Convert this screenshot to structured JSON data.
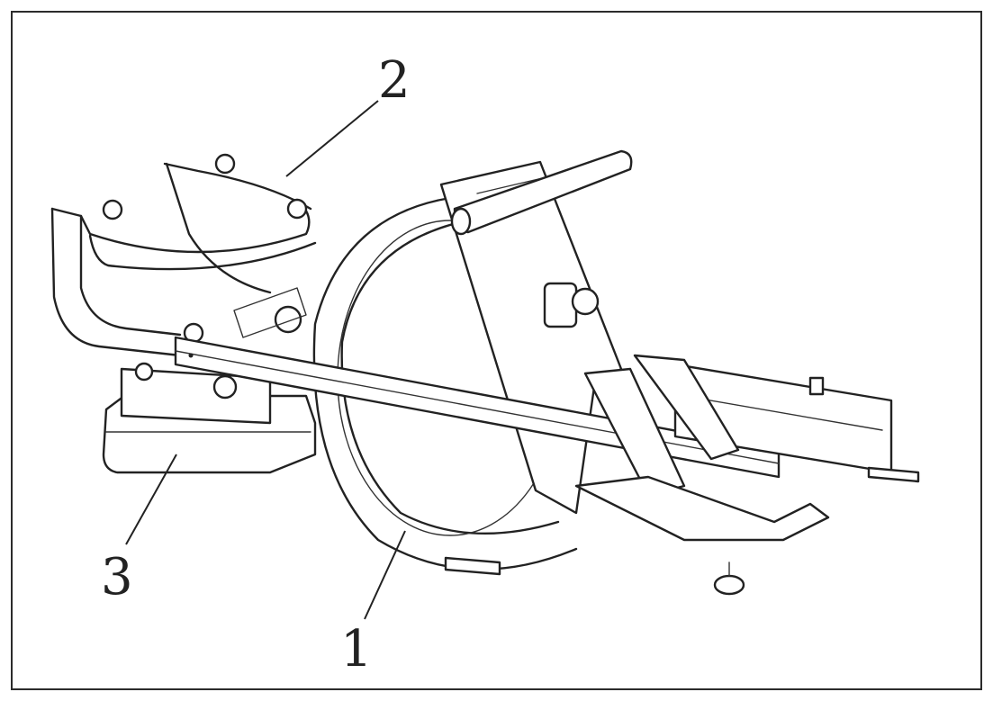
{
  "diagram": {
    "callouts": [
      {
        "id": "2",
        "label": "2",
        "part": "seat-frame"
      },
      {
        "id": "3",
        "label": "3",
        "part": "base-block"
      },
      {
        "id": "1",
        "label": "1",
        "part": "main-frame"
      }
    ]
  },
  "colors": {
    "line": "#222222",
    "background": "#ffffff",
    "border": "#2b2b2b"
  }
}
